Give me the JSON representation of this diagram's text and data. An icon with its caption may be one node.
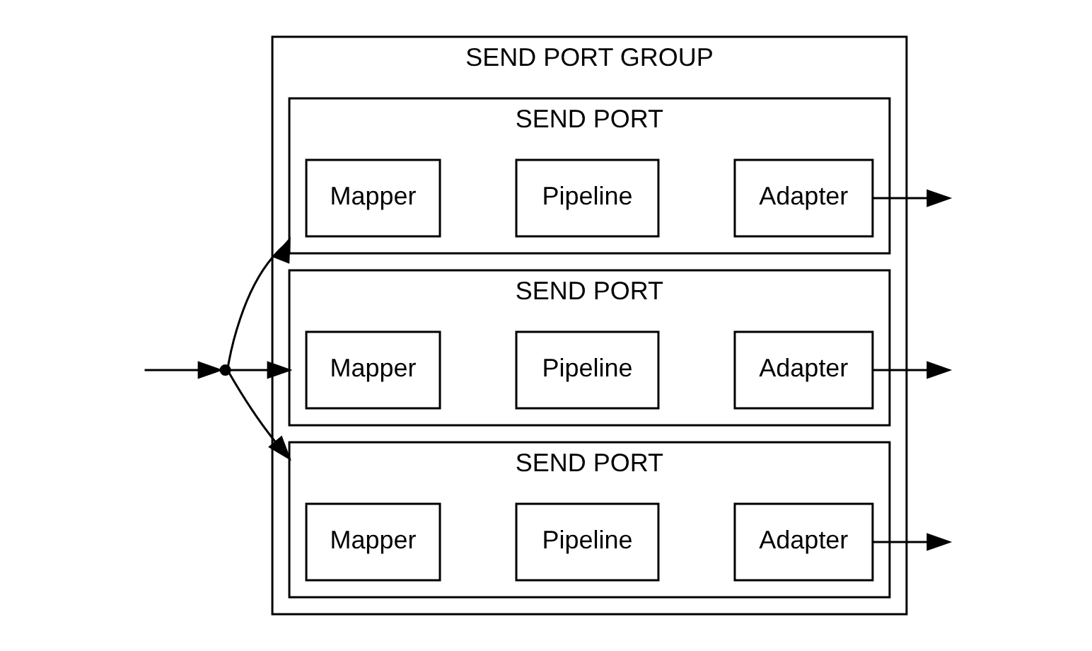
{
  "diagram": {
    "nodes": [
      {
        "text": [
          "SEND PORT GROUP"
        ]
      },
      {
        "text": [
          "SEND PORT"
        ],
        "in": 0
      },
      {
        "text": [
          "Mapper"
        ],
        "in": 1
      },
      {
        "text": [
          "Pipeline"
        ],
        "in": 1
      },
      {
        "text": [
          "Adapter"
        ],
        "in": 1
      },
      {
        "text": [
          "SEND PORT"
        ],
        "in": 0
      },
      {
        "text": [
          "Mapper"
        ],
        "in": 5
      },
      {
        "text": [
          "Pipeline"
        ],
        "in": 5
      },
      {
        "text": [
          "Adapter"
        ],
        "in": 5
      },
      {
        "text": [
          "SEND PORT"
        ],
        "in": 0
      },
      {
        "text": [
          "Mapper"
        ],
        "in": 9
      },
      {
        "text": [
          "Pipeline"
        ],
        "in": 9
      },
      {
        "text": [
          "Adapter"
        ],
        "in": 9
      },
      {
        "text": [],
        "shape": "point"
      }
    ],
    "edges": [
      {
        "from": null,
        "to": 13,
        "arrow": "to"
      },
      {
        "from": 13,
        "to": 1,
        "arrow": "to"
      },
      {
        "from": 13,
        "to": 5,
        "arrow": "to"
      },
      {
        "from": 13,
        "to": 9,
        "arrow": "to"
      },
      {
        "from": 4,
        "to": null,
        "arrow": "to"
      },
      {
        "from": 8,
        "to": null,
        "arrow": "to"
      },
      {
        "from": 12,
        "to": null,
        "arrow": "to"
      }
    ]
  }
}
